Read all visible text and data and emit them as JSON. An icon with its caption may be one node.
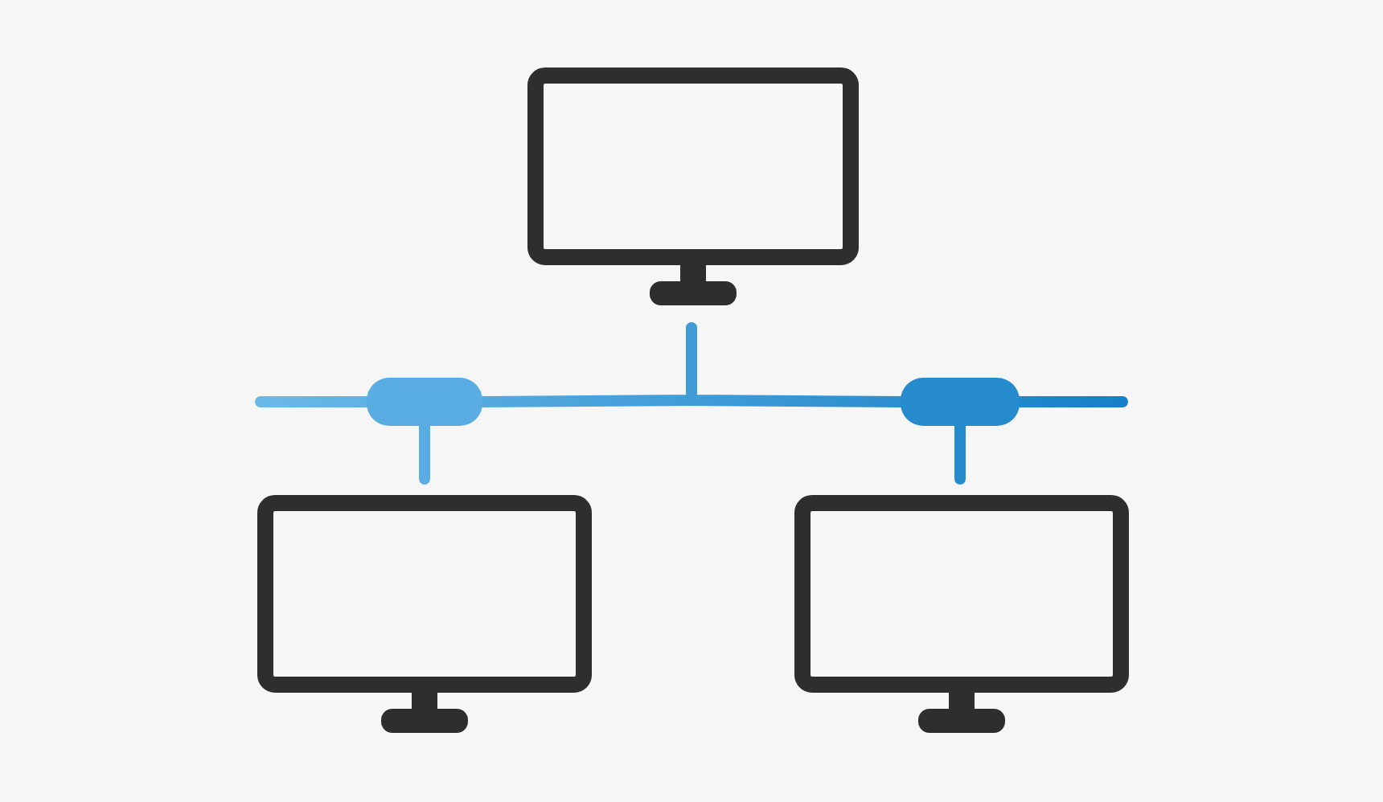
{
  "diagram": {
    "nodes": [
      {
        "text": [],
        "shape": "monitor"
      },
      {
        "text": [],
        "shape": "monitor"
      },
      {
        "text": [],
        "shape": "monitor"
      },
      {
        "text": [],
        "shape": "bar"
      },
      {
        "text": [],
        "shape": "bar"
      }
    ],
    "edges": [
      {
        "from": 0,
        "to": 3,
        "arrow": "none"
      },
      {
        "from": 0,
        "to": 4,
        "arrow": "none"
      },
      {
        "from": 3,
        "to": 1,
        "arrow": "none"
      },
      {
        "from": 4,
        "to": 2,
        "arrow": "none"
      },
      {
        "from": null,
        "to": 3,
        "arrow": "none"
      },
      {
        "from": 4,
        "to": null,
        "arrow": "none"
      }
    ]
  }
}
